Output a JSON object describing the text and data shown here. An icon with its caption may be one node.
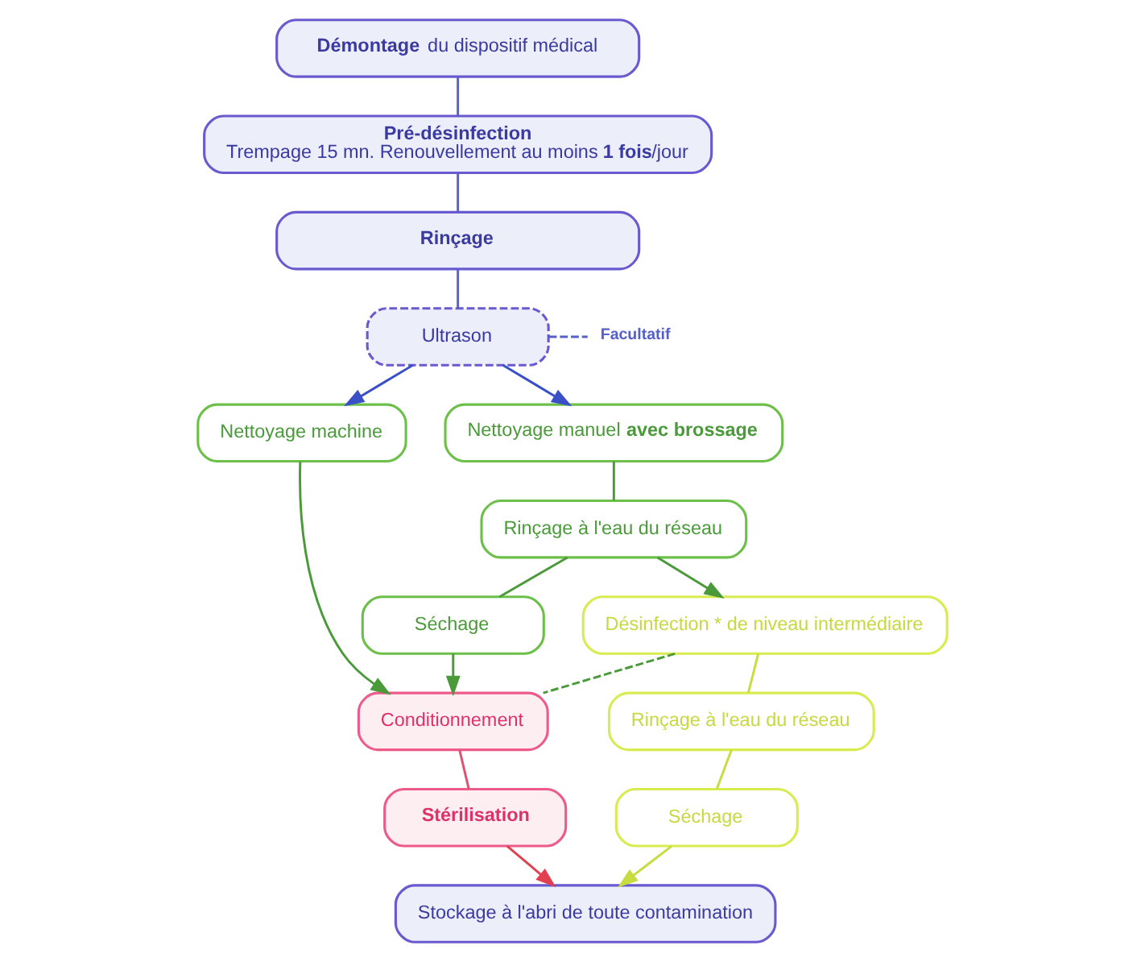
{
  "diagram": {
    "nodes": [
      {
        "text": [
          "**Démontage** du dispositif médical"
        ]
      },
      {
        "text": [
          "Pré-désinfection",
          "Trempage 15 mn. Renouvellement au moins **1 fois**/jour"
        ]
      },
      {
        "text": [
          "Rinçage"
        ]
      },
      {
        "text": [
          "Ultrason"
        ]
      },
      {
        "text": [
          "Facultatif"
        ]
      },
      {
        "text": [
          "Nettoyage machine"
        ]
      },
      {
        "text": [
          "Nettoyage manuel **avec brossage**"
        ]
      },
      {
        "text": [
          "Rinçage à l'eau du réseau"
        ]
      },
      {
        "text": [
          "Séchage"
        ]
      },
      {
        "text": [
          "Désinfection * de niveau intermédiaire"
        ]
      },
      {
        "text": [
          "Conditionnement"
        ]
      },
      {
        "text": [
          "Stérilisation"
        ]
      },
      {
        "text": [
          "Rinçage à l'eau du réseau"
        ]
      },
      {
        "text": [
          "Séchage"
        ]
      },
      {
        "text": [
          "Stockage à l'abri de toute contamination"
        ]
      }
    ],
    "edges": [
      {
        "from": 0,
        "to": 1,
        "arrow": "none",
        "color": "#5560c8"
      },
      {
        "from": 1,
        "to": 2,
        "arrow": "none",
        "color": "#5560c8"
      },
      {
        "from": 2,
        "to": 3,
        "arrow": "none",
        "color": "#5560c8"
      },
      {
        "from": 3,
        "to": 4,
        "arrow": "none",
        "style": "dashed",
        "color": "#5560c8"
      },
      {
        "from": 3,
        "to": 5,
        "arrow": "to",
        "color": "#3a50c8"
      },
      {
        "from": 3,
        "to": 6,
        "arrow": "to",
        "color": "#3a50c8"
      },
      {
        "from": 6,
        "to": 7,
        "arrow": "none"
      },
      {
        "from": 7,
        "to": 8,
        "arrow": "none"
      },
      {
        "from": 7,
        "to": 9,
        "arrow": "to"
      },
      {
        "from": 5,
        "to": 10,
        "arrow": "to"
      },
      {
        "from": 8,
        "to": 10,
        "arrow": "to"
      },
      {
        "from": 9,
        "to": 10,
        "arrow": "none",
        "style": "dashed"
      },
      {
        "from": 10,
        "to": 11,
        "arrow": "none",
        "color": "#e05070"
      },
      {
        "from": 9,
        "to": 12,
        "arrow": "none",
        "color": "#c8dc40"
      },
      {
        "from": 12,
        "to": 13,
        "arrow": "none",
        "color": "#c8dc40"
      },
      {
        "from": 11,
        "to": 14,
        "arrow": "to",
        "color": "#e04050"
      },
      {
        "from": 13,
        "to": 14,
        "arrow": "to",
        "color": "#c8dc40"
      }
    ]
  }
}
